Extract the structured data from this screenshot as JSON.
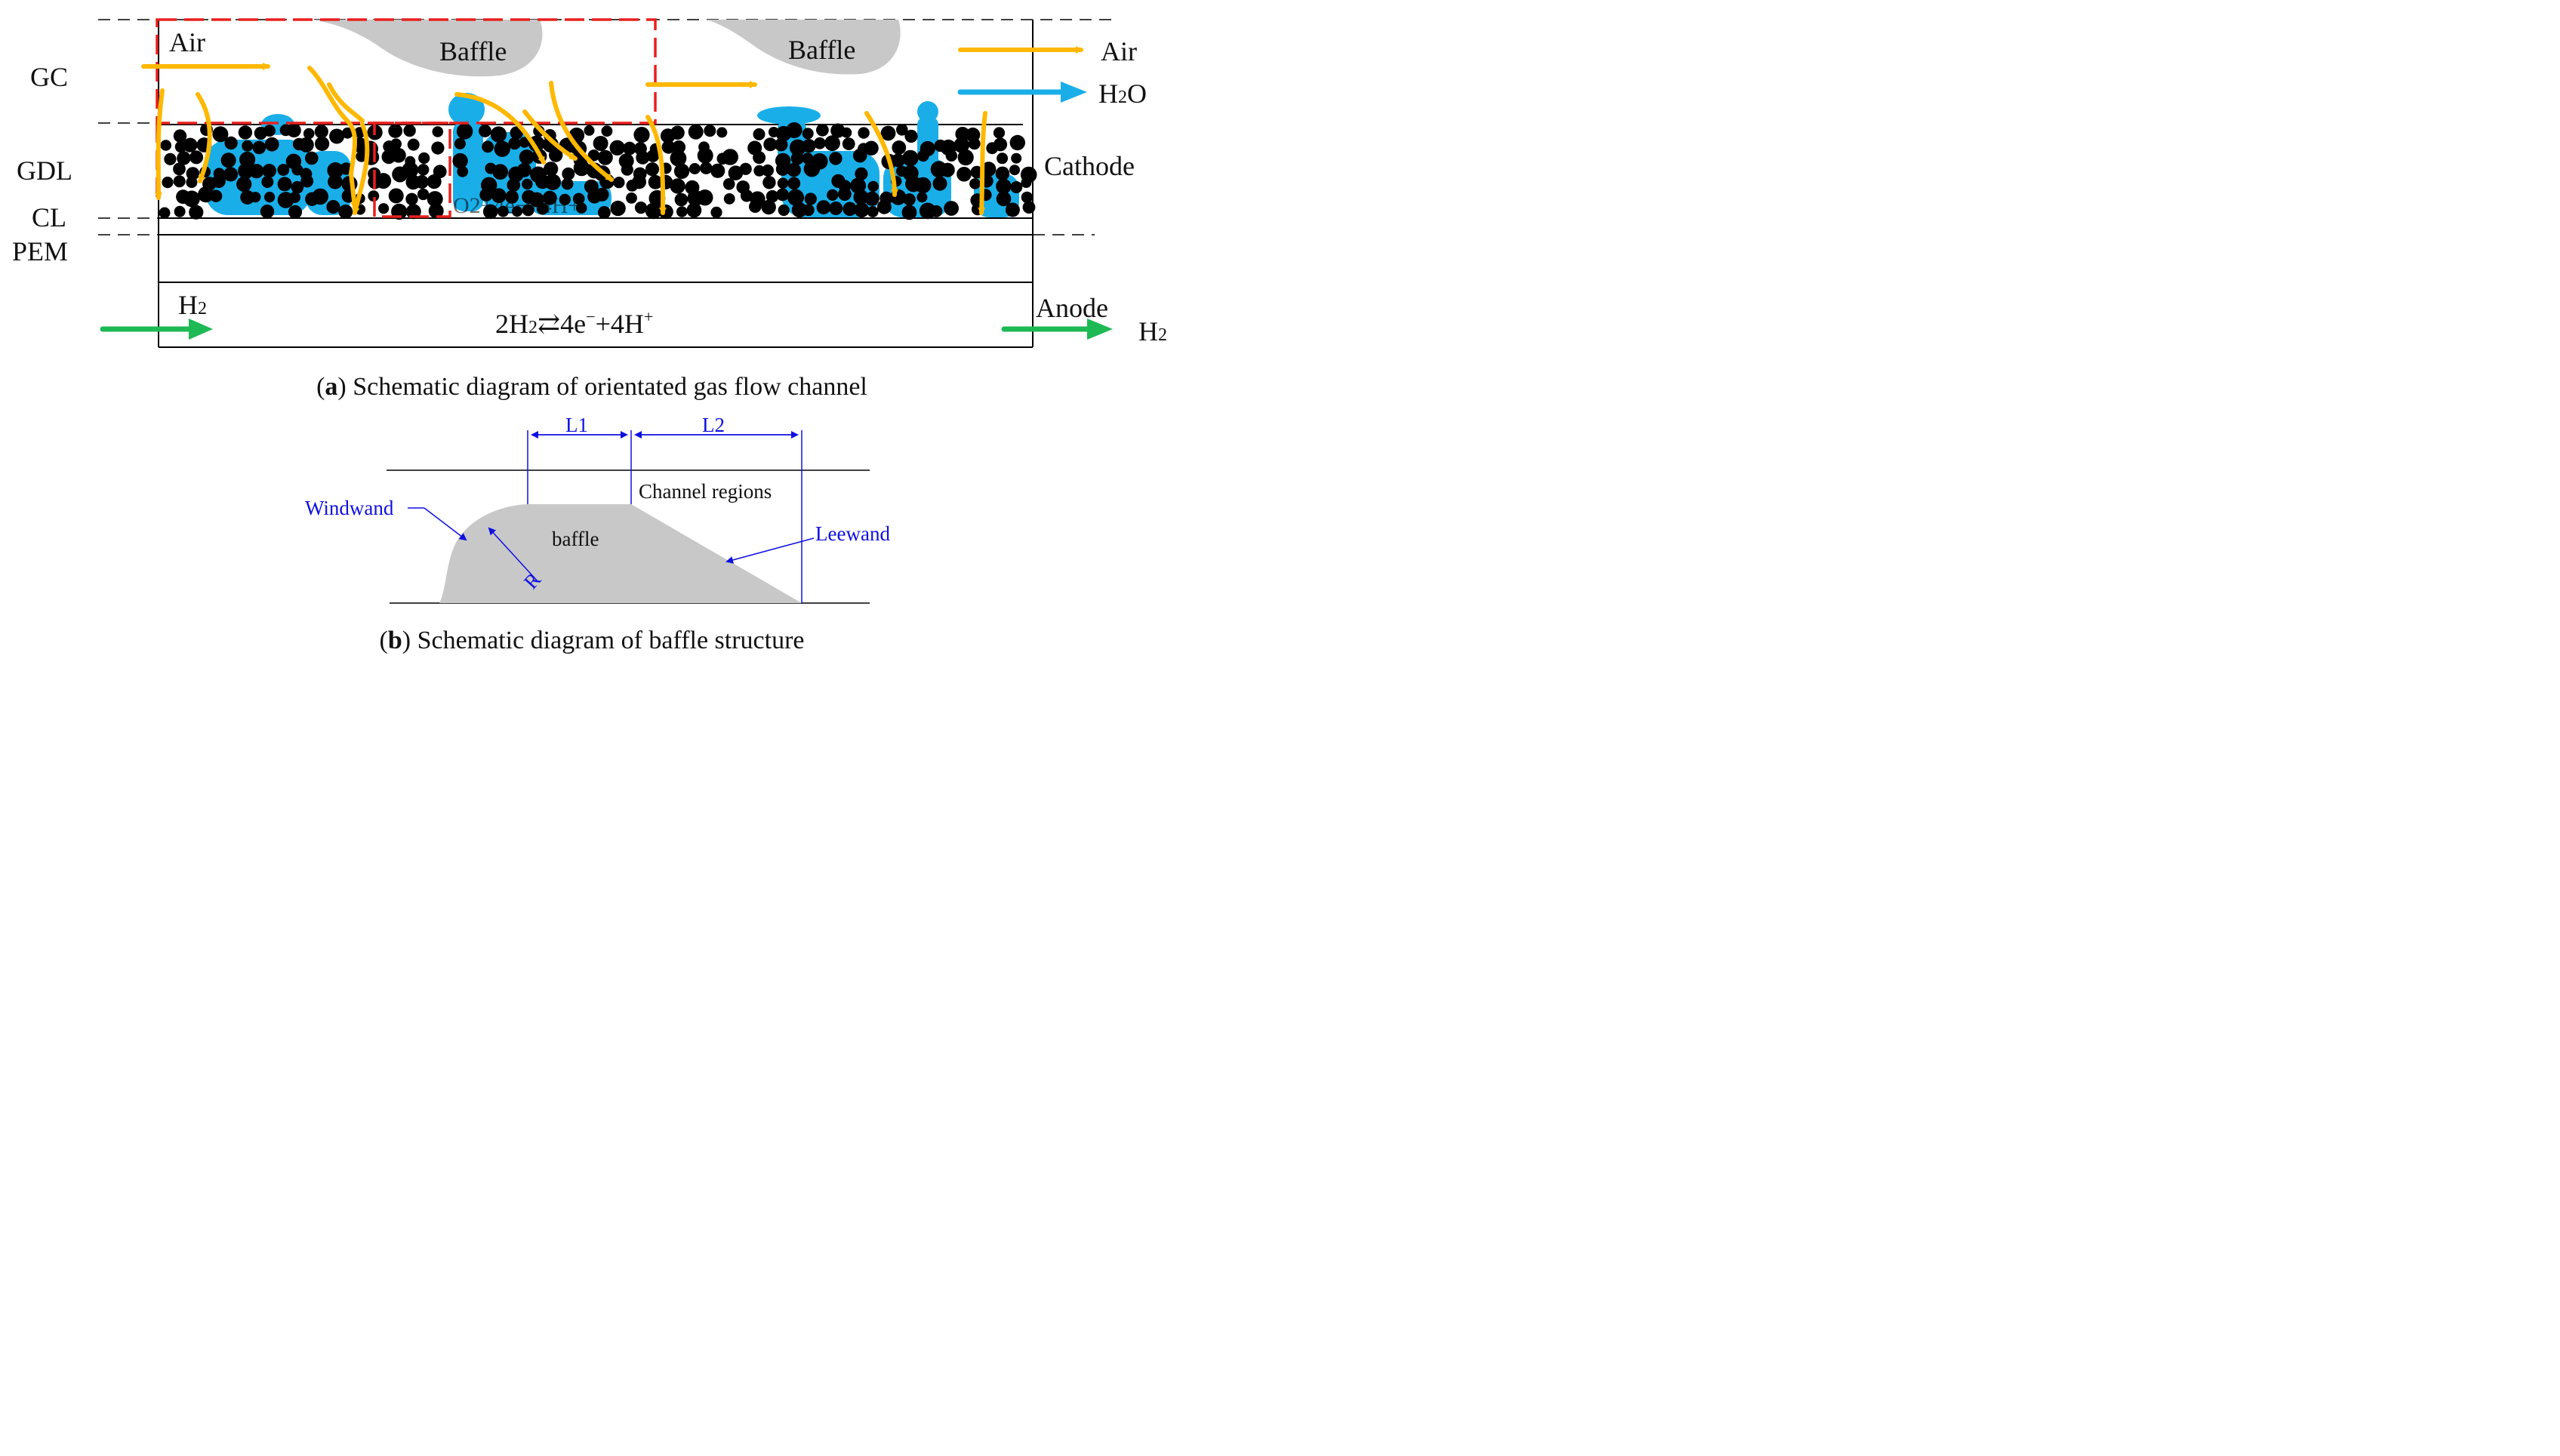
{
  "panel_a": {
    "layer_labels": {
      "gc": "GC",
      "gdl": "GDL",
      "cl": "CL",
      "pem": "PEM"
    },
    "inflow_air": "Air",
    "baffle_labels": [
      "Baffle",
      "Baffle"
    ],
    "legend": {
      "air": "Air",
      "h2o_main": "H",
      "h2o_sub": "2",
      "h2o_tail": "O"
    },
    "side_cathode": "Cathode",
    "side_anode": "Anode",
    "h2_in_main": "H",
    "h2_in_sub": "2",
    "h2_out_main": "H",
    "h2_out_sub": "2",
    "cathode_reaction": "O2+4e−+4H+",
    "anode_reaction": {
      "p1": "2H",
      "p2": "2",
      "p3": "⇄4e",
      "p4": "−",
      "p5": "+4H",
      "p6": "+"
    },
    "caption_letter": "a",
    "caption_text": "Schematic diagram of orientated gas flow channel",
    "colors": {
      "air": "#FFB800",
      "water": "#1AAEE8",
      "hydrogen": "#1DB954",
      "highlight": "#E8201E"
    }
  },
  "panel_b": {
    "dim_l1": "L1",
    "dim_l2": "L2",
    "channel_regions": "Channel regions",
    "windwand": "Windwand",
    "leewand": "Leewand",
    "baffle": "baffle",
    "radius": "R",
    "caption_letter": "b",
    "caption_text": "Schematic diagram of baffle structure",
    "colors": {
      "annotation": "#1010E0",
      "baffle_fill": "#C8C8C8"
    }
  }
}
